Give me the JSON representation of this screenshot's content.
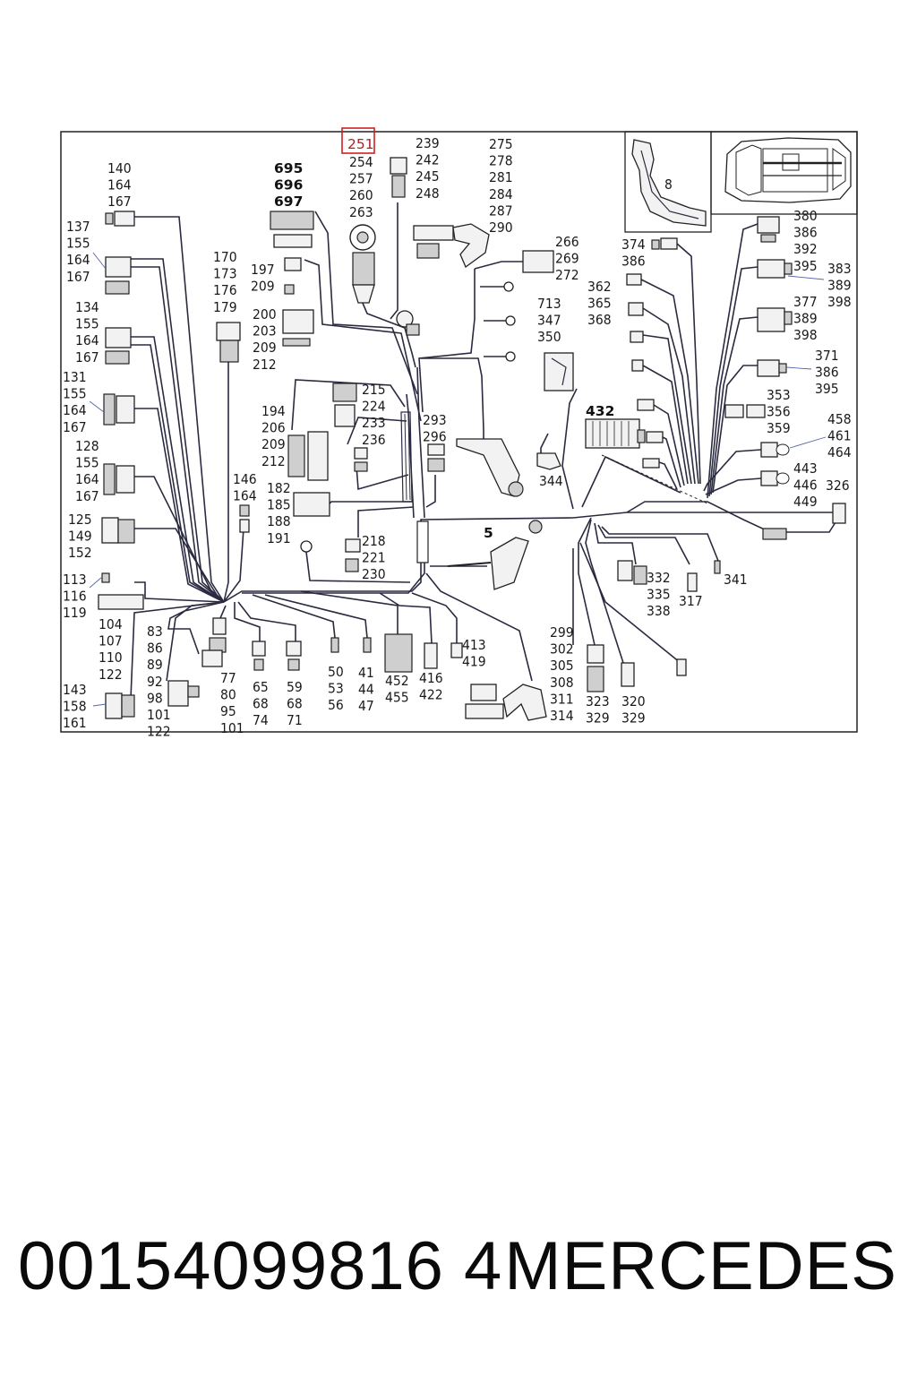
{
  "footer": {
    "part_number": "00154099816 4",
    "brand": "MERCEDES"
  },
  "diagram": {
    "highlighted_label": "251",
    "labels": [
      {
        "id": "g140",
        "lines": [
          "140",
          "164",
          "167"
        ]
      },
      {
        "id": "g137",
        "lines": [
          "137",
          "155",
          "164",
          "167"
        ]
      },
      {
        "id": "g134",
        "lines": [
          "134",
          "155",
          "164",
          "167"
        ]
      },
      {
        "id": "g131",
        "lines": [
          "131",
          "155",
          "164",
          "167"
        ]
      },
      {
        "id": "g128",
        "lines": [
          "128",
          "155",
          "164",
          "167"
        ]
      },
      {
        "id": "g125",
        "lines": [
          "125",
          "149",
          "152"
        ]
      },
      {
        "id": "g113",
        "lines": [
          "113",
          "116",
          "119"
        ]
      },
      {
        "id": "g143",
        "lines": [
          "143",
          "158",
          "161"
        ]
      },
      {
        "id": "g104",
        "lines": [
          "104",
          "107",
          "110",
          "122"
        ]
      },
      {
        "id": "g83",
        "lines": [
          "83",
          "86",
          "89",
          "92",
          "98",
          "101",
          "122"
        ]
      },
      {
        "id": "g77",
        "lines": [
          "77",
          "80",
          "95",
          "101"
        ]
      },
      {
        "id": "g65",
        "lines": [
          "65",
          "68",
          "74"
        ]
      },
      {
        "id": "g59",
        "lines": [
          "59",
          "68",
          "71"
        ]
      },
      {
        "id": "g50",
        "lines": [
          "50",
          "53",
          "56"
        ]
      },
      {
        "id": "g41",
        "lines": [
          "41",
          "44",
          "47"
        ]
      },
      {
        "id": "g452",
        "lines": [
          "452",
          "455"
        ]
      },
      {
        "id": "g416",
        "lines": [
          "416",
          "422"
        ]
      },
      {
        "id": "g413",
        "lines": [
          "413",
          "419"
        ]
      },
      {
        "id": "g299",
        "lines": [
          "299",
          "302",
          "305",
          "308",
          "311",
          "314"
        ]
      },
      {
        "id": "g323",
        "lines": [
          "323",
          "329"
        ]
      },
      {
        "id": "g320",
        "lines": [
          "320",
          "329"
        ]
      },
      {
        "id": "g332",
        "lines": [
          "332",
          "335",
          "338"
        ]
      },
      {
        "id": "g317",
        "lines": [
          "317"
        ]
      },
      {
        "id": "g341",
        "lines": [
          "341"
        ]
      },
      {
        "id": "g146",
        "lines": [
          "146",
          "164"
        ]
      },
      {
        "id": "g170",
        "lines": [
          "170",
          "173",
          "176",
          "179"
        ]
      },
      {
        "id": "g695",
        "lines": [
          "695",
          "696",
          "697"
        ]
      },
      {
        "id": "g197",
        "lines": [
          "197",
          "209"
        ]
      },
      {
        "id": "g200",
        "lines": [
          "200",
          "203",
          "209",
          "212"
        ]
      },
      {
        "id": "g194",
        "lines": [
          "194",
          "206",
          "209",
          "212"
        ]
      },
      {
        "id": "g215",
        "lines": [
          "215",
          "224",
          "233",
          "236"
        ]
      },
      {
        "id": "g182",
        "lines": [
          "182",
          "185",
          "188",
          "191"
        ]
      },
      {
        "id": "g218",
        "lines": [
          "218",
          "221",
          "230"
        ]
      },
      {
        "id": "g251",
        "lines": [
          "254",
          "257",
          "260",
          "263"
        ]
      },
      {
        "id": "g239",
        "lines": [
          "239",
          "242",
          "245",
          "248"
        ]
      },
      {
        "id": "g275",
        "lines": [
          "275",
          "278",
          "281",
          "284",
          "287",
          "290"
        ]
      },
      {
        "id": "g266",
        "lines": [
          "266",
          "269",
          "272"
        ]
      },
      {
        "id": "g293",
        "lines": [
          "293",
          "296"
        ]
      },
      {
        "id": "g713",
        "lines": [
          "713",
          "347",
          "350"
        ]
      },
      {
        "id": "g344",
        "lines": [
          "344"
        ]
      },
      {
        "id": "g5",
        "lines": [
          "5"
        ]
      },
      {
        "id": "g432",
        "lines": [
          "432"
        ]
      },
      {
        "id": "g374",
        "lines": [
          "374",
          "386"
        ]
      },
      {
        "id": "g362",
        "lines": [
          "362",
          "365",
          "368"
        ]
      },
      {
        "id": "g8",
        "lines": [
          "8"
        ]
      },
      {
        "id": "g380",
        "lines": [
          "380",
          "386",
          "392",
          "395"
        ]
      },
      {
        "id": "g383",
        "lines": [
          "383",
          "389",
          "398"
        ]
      },
      {
        "id": "g377",
        "lines": [
          "377",
          "389",
          "398"
        ]
      },
      {
        "id": "g371",
        "lines": [
          "371",
          "386",
          "395"
        ]
      },
      {
        "id": "g353",
        "lines": [
          "353",
          "356",
          "359"
        ]
      },
      {
        "id": "g458",
        "lines": [
          "458",
          "461",
          "464"
        ]
      },
      {
        "id": "g443",
        "lines": [
          "443",
          "446",
          "449"
        ]
      },
      {
        "id": "g326",
        "lines": [
          "326"
        ]
      }
    ]
  }
}
